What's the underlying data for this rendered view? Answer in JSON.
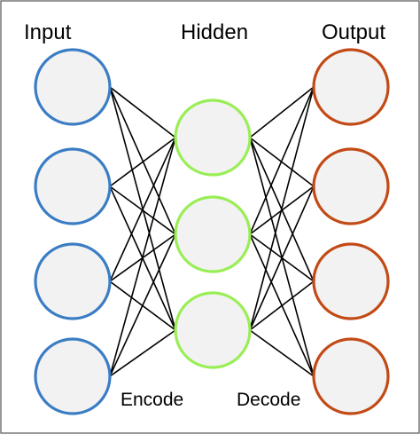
{
  "labels": {
    "input": "Input",
    "hidden": "Hidden",
    "output": "Output",
    "encode": "Encode",
    "decode": "Decode"
  },
  "layers": {
    "input": {
      "nodes": 4,
      "color": "#3a7dc4"
    },
    "hidden": {
      "nodes": 3,
      "color": "#99ee55"
    },
    "output": {
      "nodes": 4,
      "color": "#c24a16"
    }
  },
  "node_fill": "#f2f2f2",
  "edge_color": "#000000"
}
